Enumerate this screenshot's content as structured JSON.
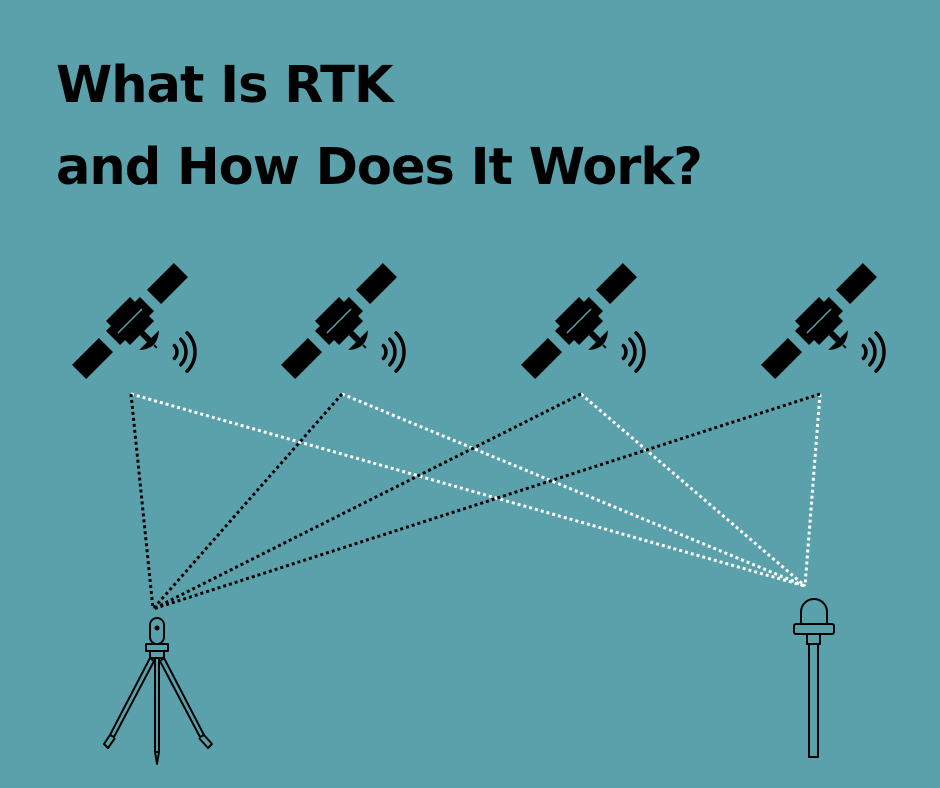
{
  "title": {
    "line1": "What Is RTK",
    "line2": "and How Does It Work?"
  },
  "colors": {
    "background": "#5aa1ac",
    "text": "#000000",
    "base_station_links": "#000000",
    "rover_links": "#ffffff",
    "equipment": "#000000"
  },
  "satellites": [
    {
      "name": "satellite-1"
    },
    {
      "name": "satellite-2"
    },
    {
      "name": "satellite-3"
    },
    {
      "name": "satellite-4"
    }
  ],
  "equipment": {
    "base_station": "tripod-base-station-icon",
    "rover": "rover-pole-icon"
  }
}
